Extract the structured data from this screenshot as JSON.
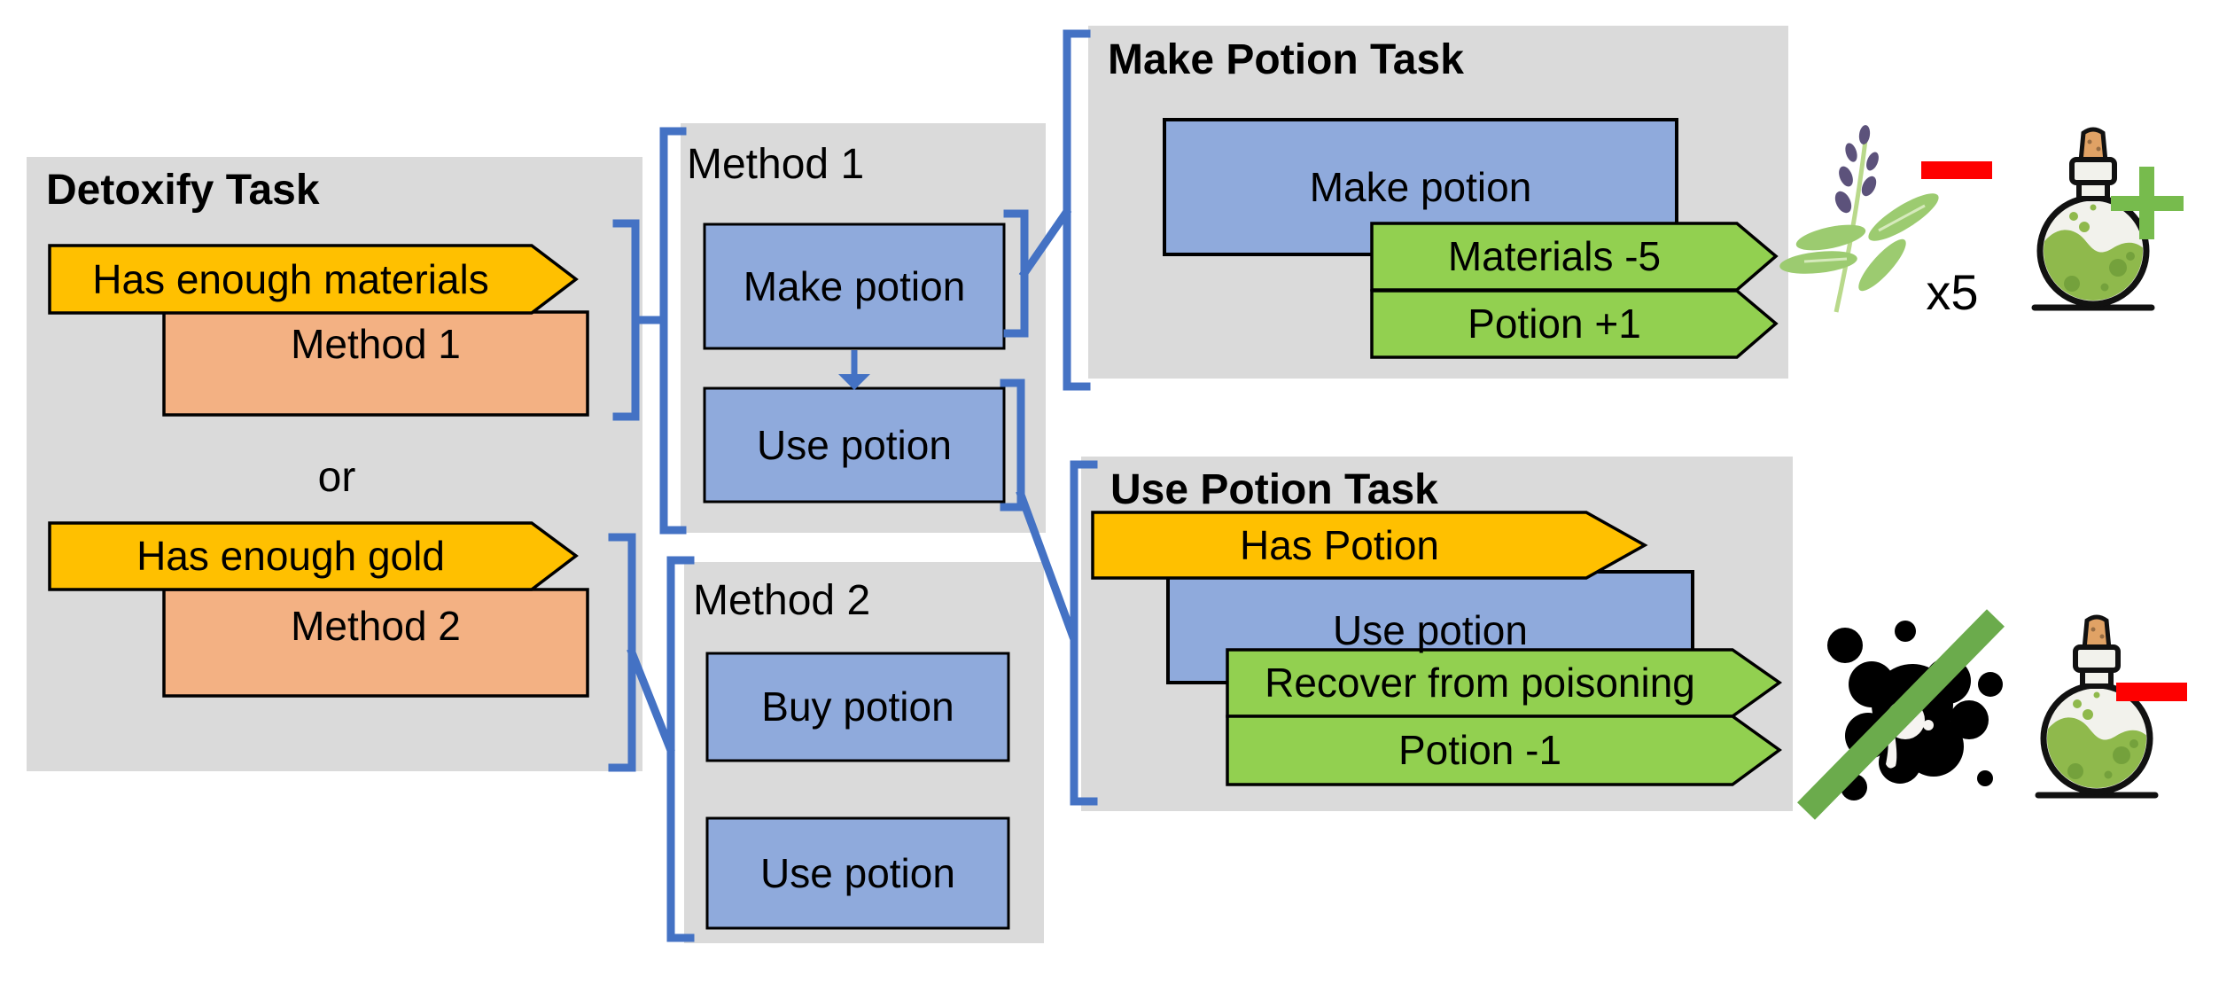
{
  "detoxify_task": {
    "title": "Detoxify Task",
    "precondition_1": "Has enough materials",
    "method_1_label": "Method 1",
    "or_label": "or",
    "precondition_2": "Has enough gold",
    "method_2_label": "Method 2"
  },
  "method_1_group": {
    "title": "Method 1",
    "step_1": "Make potion",
    "step_2": "Use potion"
  },
  "method_2_group": {
    "title": "Method 2",
    "step_1": "Buy potion",
    "step_2": "Use potion"
  },
  "make_potion_task": {
    "title": "Make Potion Task",
    "action": "Make potion",
    "effects": [
      "Materials -5",
      "Potion +1"
    ]
  },
  "use_potion_task": {
    "title": "Use Potion Task",
    "precondition": "Has Potion",
    "action": "Use potion",
    "effects": [
      "Recover from poisoning",
      "Potion -1"
    ]
  },
  "icons": {
    "materials_count": "x5",
    "lavender_plant": "lavender-plant-icon",
    "minus": "minus-icon",
    "plus": "plus-icon",
    "potion_bottle": "potion-bottle-icon",
    "poison_splat": "poison-splat-icon",
    "strikethrough": "strikethrough-icon",
    "down_arrow": "down-arrow-icon"
  },
  "colors": {
    "panel_gray": "#dadada",
    "condition_yellow": "#ffc000",
    "method_salmon": "#f3b183",
    "action_blue": "#8faadc",
    "effect_green": "#92d050",
    "bracket_blue": "#4472c4",
    "minus_red": "#fe0000",
    "plus_green": "#77bb4d",
    "strike_green": "#6bab4c",
    "outline_black": "#000000"
  }
}
